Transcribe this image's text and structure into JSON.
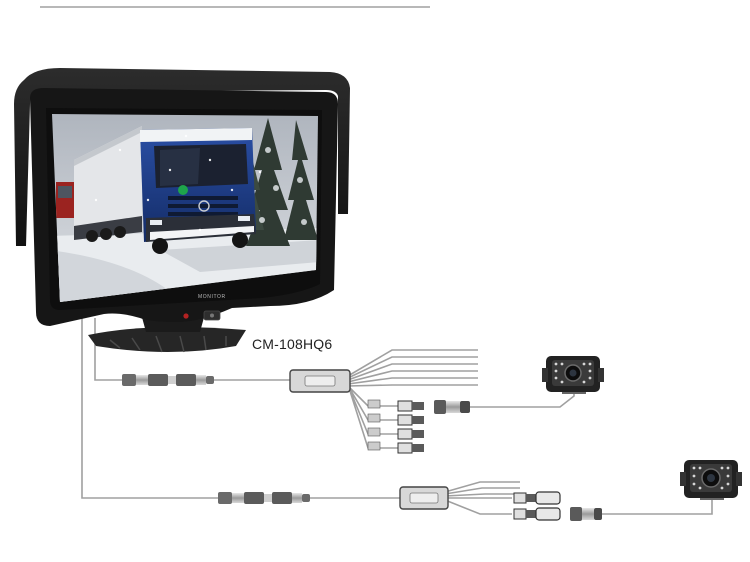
{
  "product": {
    "model": "CM-108HQ6",
    "bezel_label": "MONITOR"
  },
  "colors": {
    "housing": "#1f1f1f",
    "bezel": "#141414",
    "cable": "#9a9a9a",
    "connector": "#5a5a5a",
    "sky": "#c9ccd1",
    "truck_cab": "#1e3f8e",
    "snow": "#eef0f3"
  },
  "components": {
    "monitor": "monitor",
    "sunshade": "sunshade",
    "cameras": [
      "camera-top",
      "camera-bottom"
    ]
  }
}
